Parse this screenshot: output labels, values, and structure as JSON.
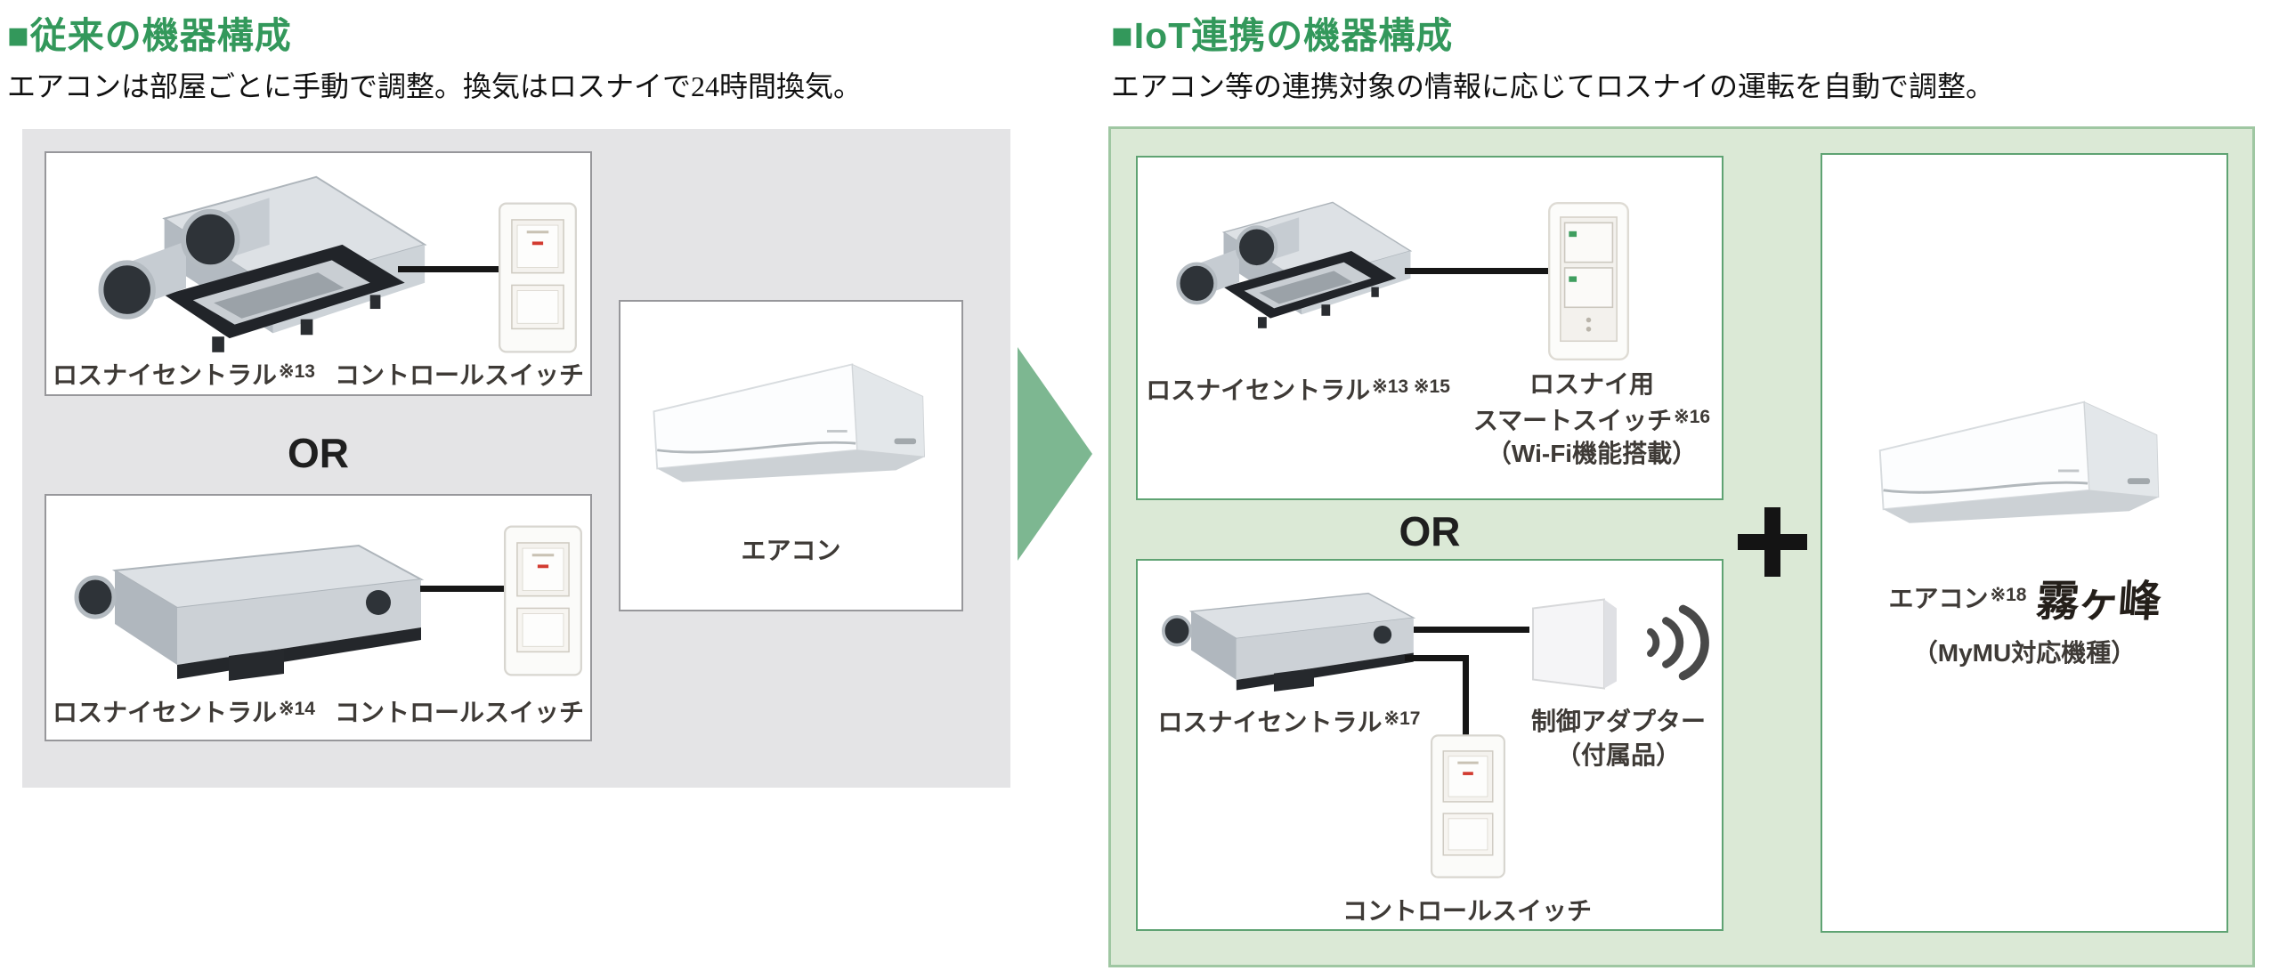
{
  "colors": {
    "accent_green": "#33985b",
    "panel_gray": "#e4e4e6",
    "panel_green": "#dbe9d6",
    "panel_green_border": "#9fc7a2",
    "box_border_green": "#5fa373",
    "arrow_green": "#7db791"
  },
  "left": {
    "title": "■従来の機器構成",
    "subtitle": "エアコンは部屋ごとに手動で調整。換気はロスナイで24時間換気。",
    "or_label": "OR",
    "box1": {
      "device_label": "ロスナイセントラル",
      "device_ref": "※13",
      "switch_label": "コントロールスイッチ"
    },
    "box2": {
      "device_label": "ロスナイセントラル",
      "device_ref": "※14",
      "switch_label": "コントロールスイッチ"
    },
    "box3": {
      "aircon_label": "エアコン"
    }
  },
  "right": {
    "title": "■IoT連携の機器構成",
    "subtitle": "エアコン等の連携対象の情報に応じてロスナイの運転を自動で調整。",
    "or_label": "OR",
    "plus_label": "＋",
    "boxA": {
      "device_label": "ロスナイセントラル",
      "device_refs": "※13 ※15",
      "smart_line1": "ロスナイ用",
      "smart_line2": "スマートスイッチ",
      "smart_ref": "※16",
      "smart_line3": "（Wi-Fi機能搭載）"
    },
    "boxB": {
      "device_label": "ロスナイセントラル",
      "device_ref": "※17",
      "adapter_line1": "制御アダプター",
      "adapter_line2": "（付属品）",
      "switch_label": "コントロールスイッチ"
    },
    "boxC": {
      "aircon_label": "エアコン",
      "aircon_ref": "※18",
      "brand_logo": "霧ヶ峰",
      "sub_label": "（MyMU対応機種）"
    }
  }
}
